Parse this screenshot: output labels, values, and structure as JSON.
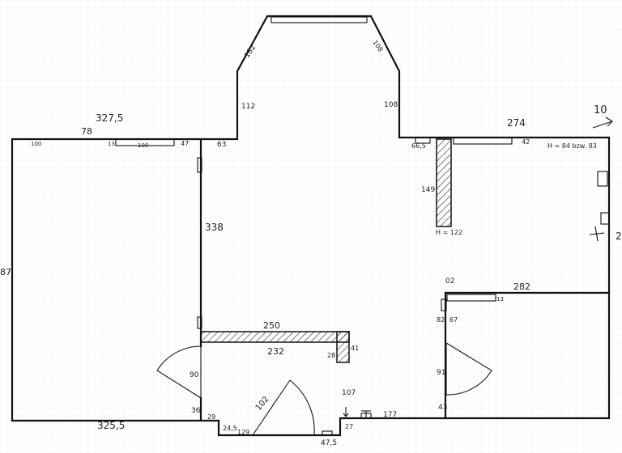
{
  "plan": {
    "labels": {
      "top_left_width": "327,5",
      "top_left_78": "78",
      "left_window_100a": "100",
      "left_window_sep": "13",
      "left_window_100b": "100",
      "left_window_47": "47",
      "left_63": "63",
      "bay_left_short": "112",
      "bay_left": "182",
      "bay_right": "108",
      "bay_right_short": "108",
      "right_top_width": "274",
      "right_66": "66,5",
      "right_42": "42",
      "right_window_h": "H = 84 bzw. 83",
      "arrow_10": "10",
      "pillar_149": "149",
      "pillar_h": "H = 122",
      "left_height": "87",
      "wall_338": "338",
      "beam_250": "250",
      "beam_232": "232",
      "beam_28": "28",
      "beam_41": "41",
      "left_door_90": "90",
      "left_door_36": "36",
      "left_door_29": "29",
      "bottom_left_width": "325,5",
      "bottom_245": "24,5",
      "bottom_129": "129",
      "door_arc_102": "102",
      "bottom_27": "27",
      "bottom_47_5": "47,5",
      "bottom_177": "177",
      "right_107": "107",
      "right_room_282": "282",
      "right_room_82": "82",
      "right_room_67": "67",
      "right_room_13": "13",
      "right_room_02": "02",
      "right_door_91": "91",
      "right_door_43": "43",
      "edge_2": "2"
    }
  },
  "colors": {
    "ink": "#111111",
    "grid": "#cfcfcf",
    "paper": "#ffffff"
  }
}
